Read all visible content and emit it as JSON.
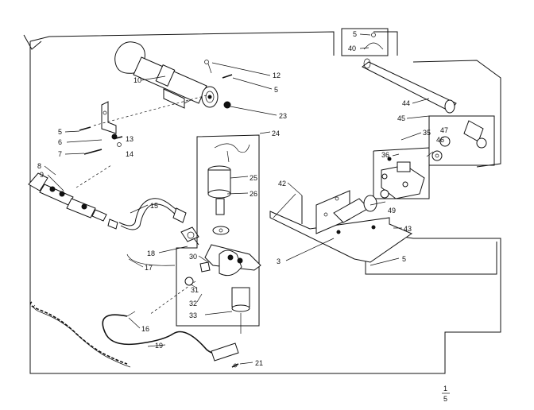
{
  "part_labels": [
    "5",
    "40",
    "12",
    "10",
    "5",
    "23",
    "44",
    "45",
    "35",
    "47",
    "46",
    "36",
    "5",
    "6",
    "13",
    "7",
    "14",
    "24",
    "8",
    "9",
    "25",
    "26",
    "42",
    "15",
    "49",
    "43",
    "18",
    "17",
    "30",
    "3",
    "5",
    "31",
    "32",
    "33",
    "16",
    "19",
    "21"
  ],
  "page_mark": [
    "1",
    "5"
  ]
}
